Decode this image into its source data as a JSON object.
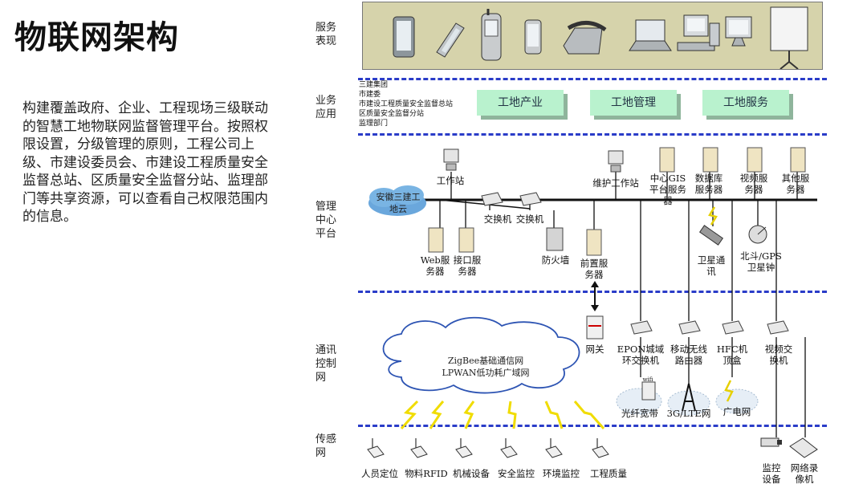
{
  "title": "物联网架构",
  "description": "构建覆盖政府、企业、工程现场三级联动的智慧工地物联网监督管理平台。按照权限设置，分级管理的原则，工程公司上级、市建设委员会、市建设工程质量安全监督总站、区质量安全监督分站、监理部门等共享资源，可以查看自己权限范围内的信息。",
  "layers": {
    "service": "服务表现",
    "business": "业务应用",
    "management": "管理中心平台",
    "comm": "通讯控制网",
    "sensor": "传感网"
  },
  "organizations": [
    "三建集团",
    "市建委",
    "市建设工程质量安全监督总站",
    "区质量安全监督分站",
    "监理部门"
  ],
  "apps": [
    "工地产业",
    "工地管理",
    "工地服务"
  ],
  "platform": {
    "cloud": "安徽三建工地云",
    "workstation": "工作站",
    "maintenance": "维护工作站",
    "gis": "中心GIS平台服务器",
    "db": "数据库服务器",
    "video": "视频服务器",
    "other": "其他服务器",
    "switch1": "交换机",
    "switch2": "交换机",
    "web": "Web服务器",
    "interface": "接口服务器",
    "firewall": "防火墙",
    "front": "前置服务器",
    "satellite": "卫星通讯",
    "beidou": "北斗/GPS卫星钟"
  },
  "comm": {
    "cloud_line1": "ZigBee基础通信网",
    "cloud_line2": "LPWAN低功耗广域网",
    "gateway": "网关",
    "epon": "EPON城域环交换机",
    "wireless": "移动无线路由器",
    "hfc": "HFC机顶盒",
    "video_switch": "视频交换机",
    "wifi": "wifi",
    "fiber": "光纤宽带",
    "lte": "3G/LTE网",
    "cable": "广电网"
  },
  "sensors": [
    "人员定位",
    "物料RFID",
    "机械设备",
    "安全监控",
    "环境监控",
    "工程质量"
  ],
  "endpoints": {
    "camera": "监控设备",
    "nvr": "网络录像机"
  }
}
